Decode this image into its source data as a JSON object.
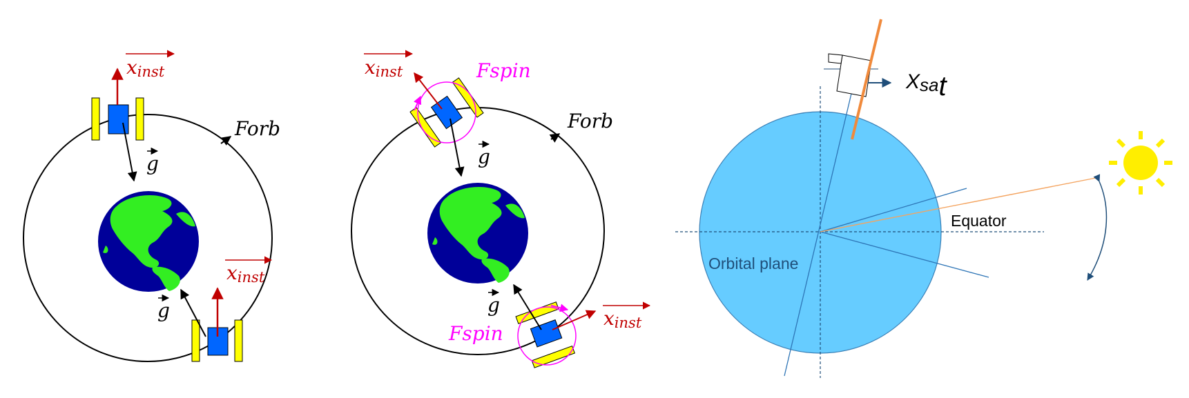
{
  "labels": {
    "x_inst": "x",
    "x_inst_sub": "inst",
    "g_vec": "g",
    "forb": "Forb",
    "fspin": "Fspin",
    "x_sat_main": "X",
    "x_sat_sub": "sa",
    "x_sat_tail": "t",
    "equator": "Equator",
    "orbital_plane": "Orbital plane"
  },
  "colors": {
    "vector_red": "#c00000",
    "spin_magenta": "#ff00ff",
    "panel_yellow": "#ffff00",
    "sat_body_blue": "#0066ff",
    "earth_ocean": "#000099",
    "earth_land": "#33ee22",
    "sphere_blue": "#66ccff",
    "sphere_edge": "#3a7fb5",
    "line_navy": "#1f4e79",
    "sun_line": "#f4a460",
    "boom_orange": "#f08a3c",
    "sun_yellow": "#ffee00"
  },
  "icons": {
    "earth": "earth-globe-icon",
    "sun": "sun-icon",
    "satellite": "satellite-icon"
  }
}
